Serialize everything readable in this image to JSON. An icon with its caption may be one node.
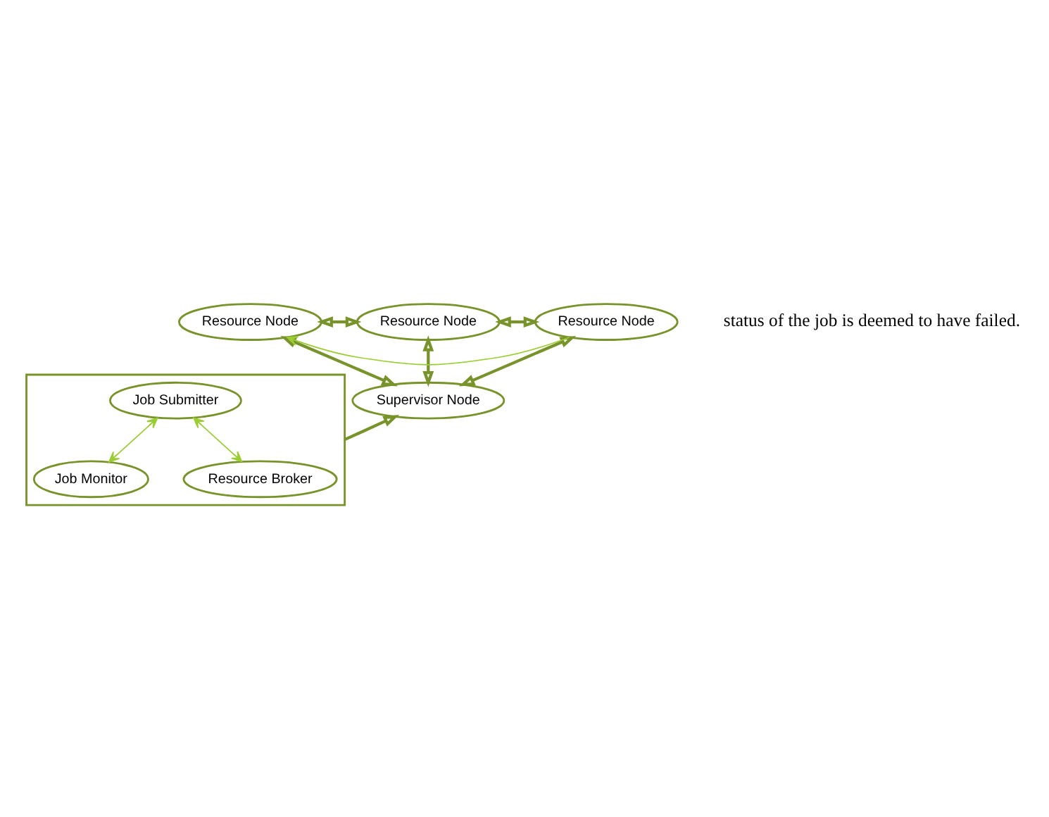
{
  "diagram": {
    "nodes": [
      {
        "text": [
          "Resource Node"
        ]
      },
      {
        "text": [
          "Resource Node"
        ]
      },
      {
        "text": [
          "Supervisor Node"
        ]
      },
      {
        "text": [
          "Resource Node"
        ]
      },
      {
        "text": [],
        "shape": "box"
      },
      {
        "text": [
          "Resource Broker"
        ],
        "in": 4
      },
      {
        "text": [
          "Job Submitter"
        ],
        "in": 4
      },
      {
        "text": [
          "Job Monitor"
        ],
        "in": 4
      }
    ],
    "edges": [
      {
        "from": 2,
        "to": 0,
        "arrow": "both"
      },
      {
        "from": 2,
        "to": 1,
        "arrow": "both"
      },
      {
        "from": 0,
        "to": 1,
        "arrow": "both"
      },
      {
        "from": 1,
        "to": 3,
        "arrow": "both"
      },
      {
        "from": 2,
        "to": 3,
        "arrow": "both"
      },
      {
        "from": 3,
        "to": 0,
        "arrow": "to",
        "color": "#9acd32"
      },
      {
        "from": 4,
        "to": 2,
        "arrow": "to"
      },
      {
        "from": 5,
        "to": 6,
        "arrow": "both",
        "color": "#9acd32"
      },
      {
        "from": 7,
        "to": 6,
        "arrow": "both",
        "color": "#9acd32"
      }
    ],
    "labels": [
      "status of the job is deemed to have failed."
    ]
  }
}
